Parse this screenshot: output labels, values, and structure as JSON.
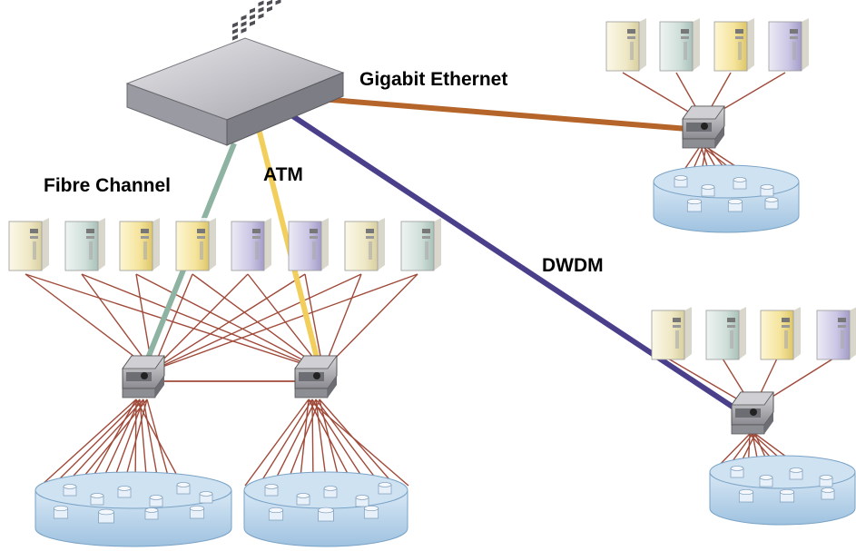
{
  "diagram": {
    "links": {
      "gigabit_ethernet": {
        "label": "Gigabit Ethernet",
        "color": "#b5652a"
      },
      "fibre_channel": {
        "label": "Fibre Channel",
        "color": "#8fb3a3"
      },
      "atm": {
        "label": "ATM",
        "color": "#f2cf5c"
      },
      "dwdm": {
        "label": "DWDM",
        "color": "#4a3f8a"
      }
    },
    "fanout_line_color": "#a04a3a",
    "server_colors": {
      "cream": "#f1eccf",
      "teal": "#d2e0dc",
      "yellow": "#f5e7a8",
      "lavender": "#cfcbe6"
    },
    "storage_color": "#b7d3ea",
    "device_names": [
      "core-switch-icon",
      "server-icon",
      "san-switch-icon",
      "storage-array-icon"
    ]
  }
}
